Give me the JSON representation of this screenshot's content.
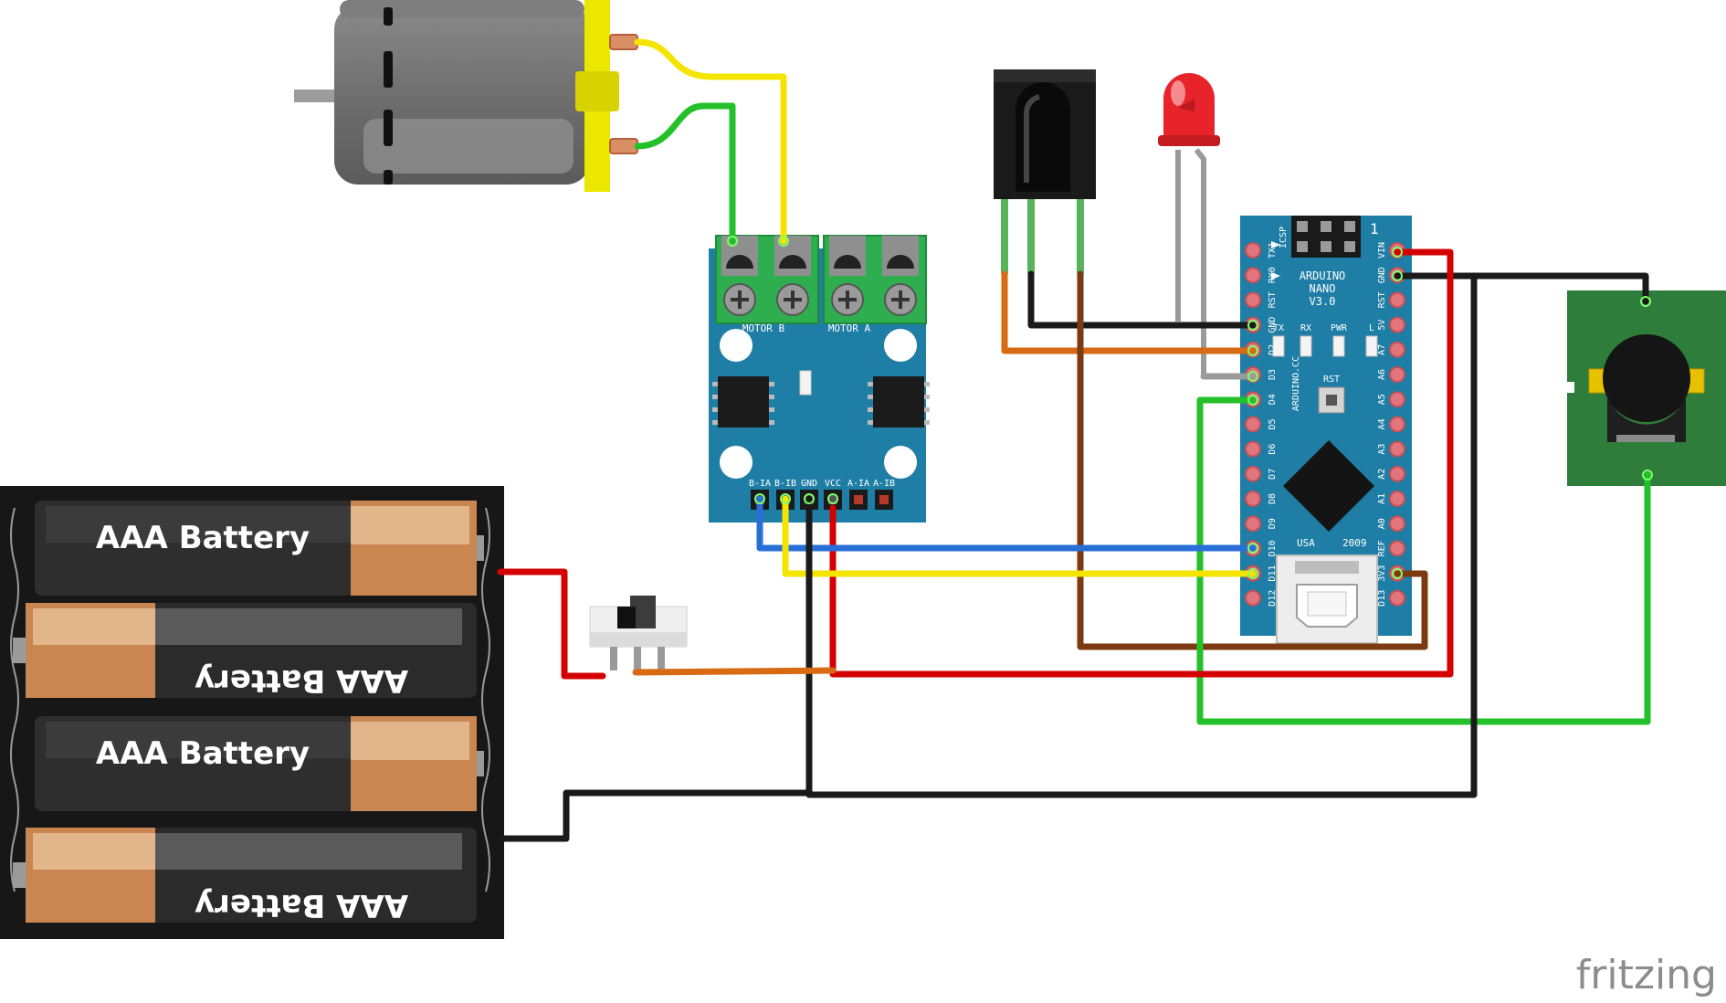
{
  "battery": {
    "cells": [
      "AAA Battery",
      "AAA Battery",
      "AAA Battery",
      "AAA Battery"
    ]
  },
  "motor_driver": {
    "channel_b_label": "MOTOR B",
    "channel_a_label": "MOTOR A",
    "pins": [
      "B-IA",
      "B-IB",
      "GND",
      "VCC",
      "A-IA",
      "A-IB"
    ]
  },
  "arduino": {
    "title": "ARDUINO",
    "model": "NANO",
    "version": "V3.0",
    "icsp": "ICSP",
    "pin1_marker": "1",
    "site": "ARDUINO.CC",
    "country": "USA",
    "year": "2009",
    "rst_button": "RST",
    "leds": [
      "TX",
      "RX",
      "PWR",
      "L"
    ],
    "left_pins": [
      "TX1",
      "RX0",
      "RST",
      "GND",
      "D2",
      "D3",
      "D4",
      "D5",
      "D6",
      "D7",
      "D8",
      "D9",
      "D10",
      "D11",
      "D12"
    ],
    "right_pins": [
      "VIN",
      "GND",
      "RST",
      "5V",
      "A7",
      "A6",
      "A5",
      "A4",
      "A3",
      "A2",
      "A1",
      "A0",
      "REF",
      "3V3",
      "D13"
    ]
  },
  "brand": "fritzing",
  "colors": {
    "wire_red": "#d40000",
    "wire_black": "#1a1a1a",
    "wire_yellow": "#f5e400",
    "wire_green": "#23c02a",
    "wire_blue": "#2a6fd6",
    "wire_orange": "#d86a14",
    "wire_brown": "#7b3a10",
    "wire_gray": "#9a9a9a",
    "board_blue": "#1f7ea5",
    "pcb_green": "#2f7d3a",
    "motor_yellow": "#ece700"
  }
}
